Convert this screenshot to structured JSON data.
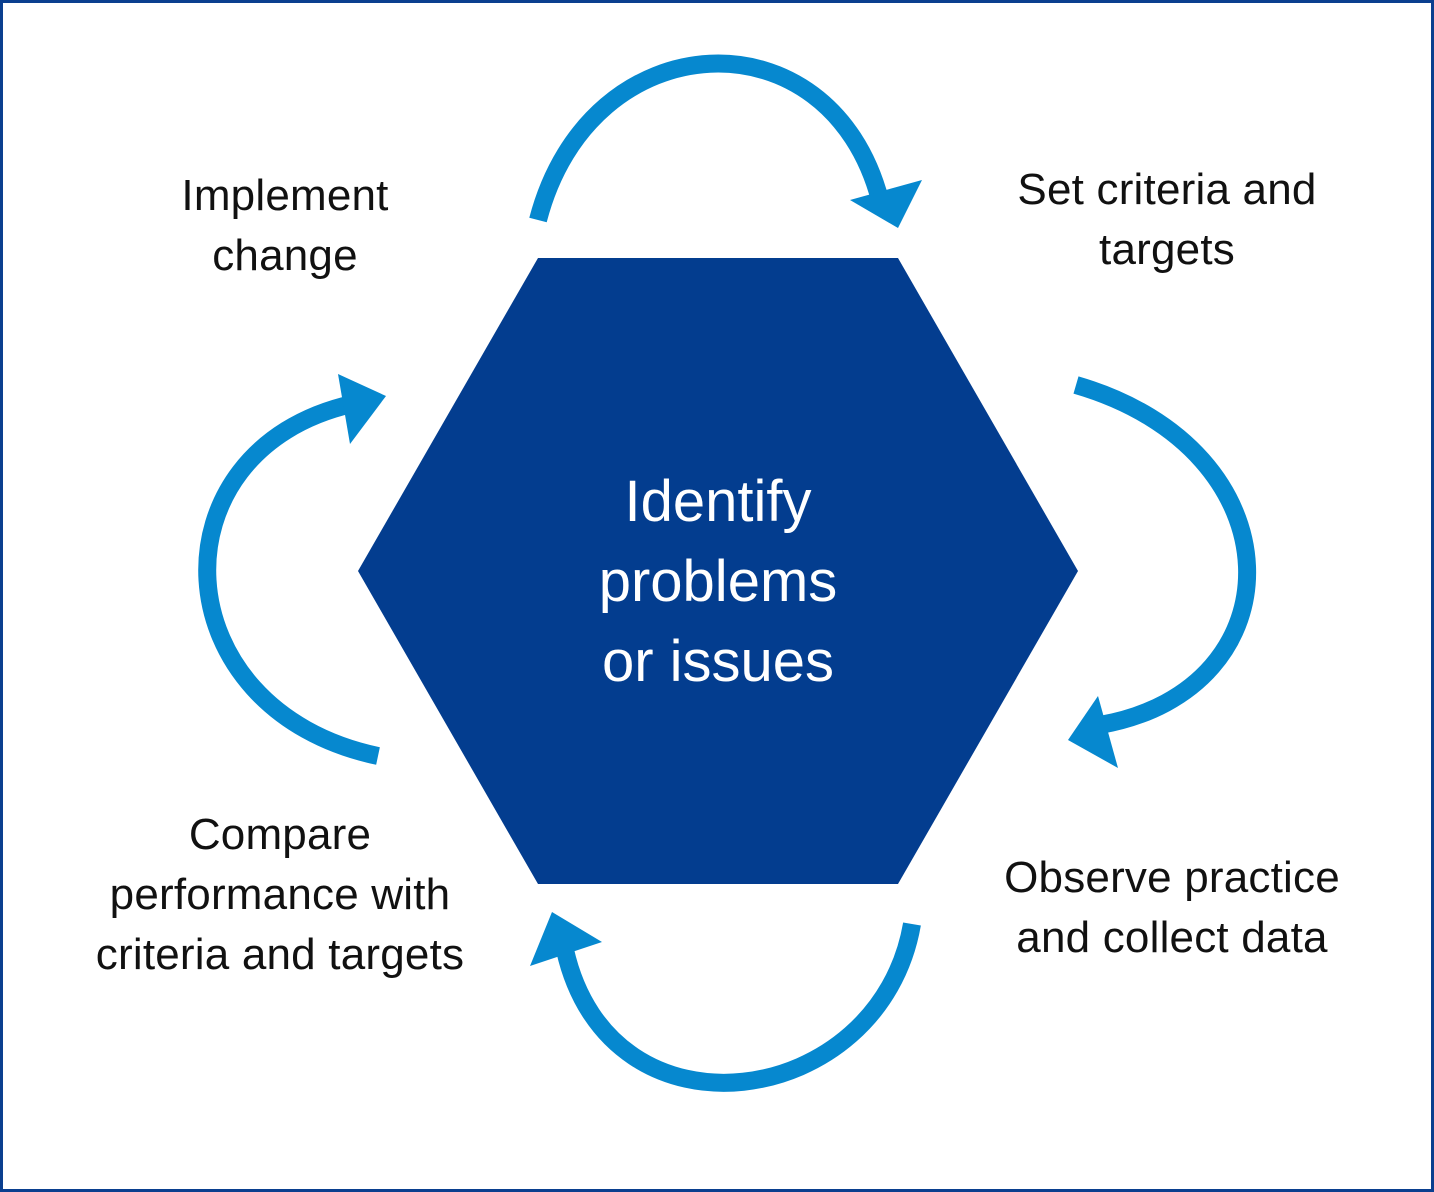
{
  "colors": {
    "hexagon": "#033d8f",
    "arrow": "#0688cf",
    "border": "#0a3f8f",
    "text": "#111111",
    "center_text": "#ffffff"
  },
  "center": {
    "lines": [
      "Identify",
      "problems",
      "or issues"
    ]
  },
  "steps": {
    "set_criteria": {
      "lines": [
        "Set criteria and",
        "targets"
      ]
    },
    "observe": {
      "lines": [
        "Observe practice",
        "and collect data"
      ]
    },
    "compare": {
      "lines": [
        "Compare",
        "performance with",
        "criteria and targets"
      ]
    },
    "implement": {
      "lines": [
        "Implement",
        "change"
      ]
    }
  },
  "arrows": [
    "arrow-icon",
    "arrow-icon",
    "arrow-icon",
    "arrow-icon"
  ]
}
